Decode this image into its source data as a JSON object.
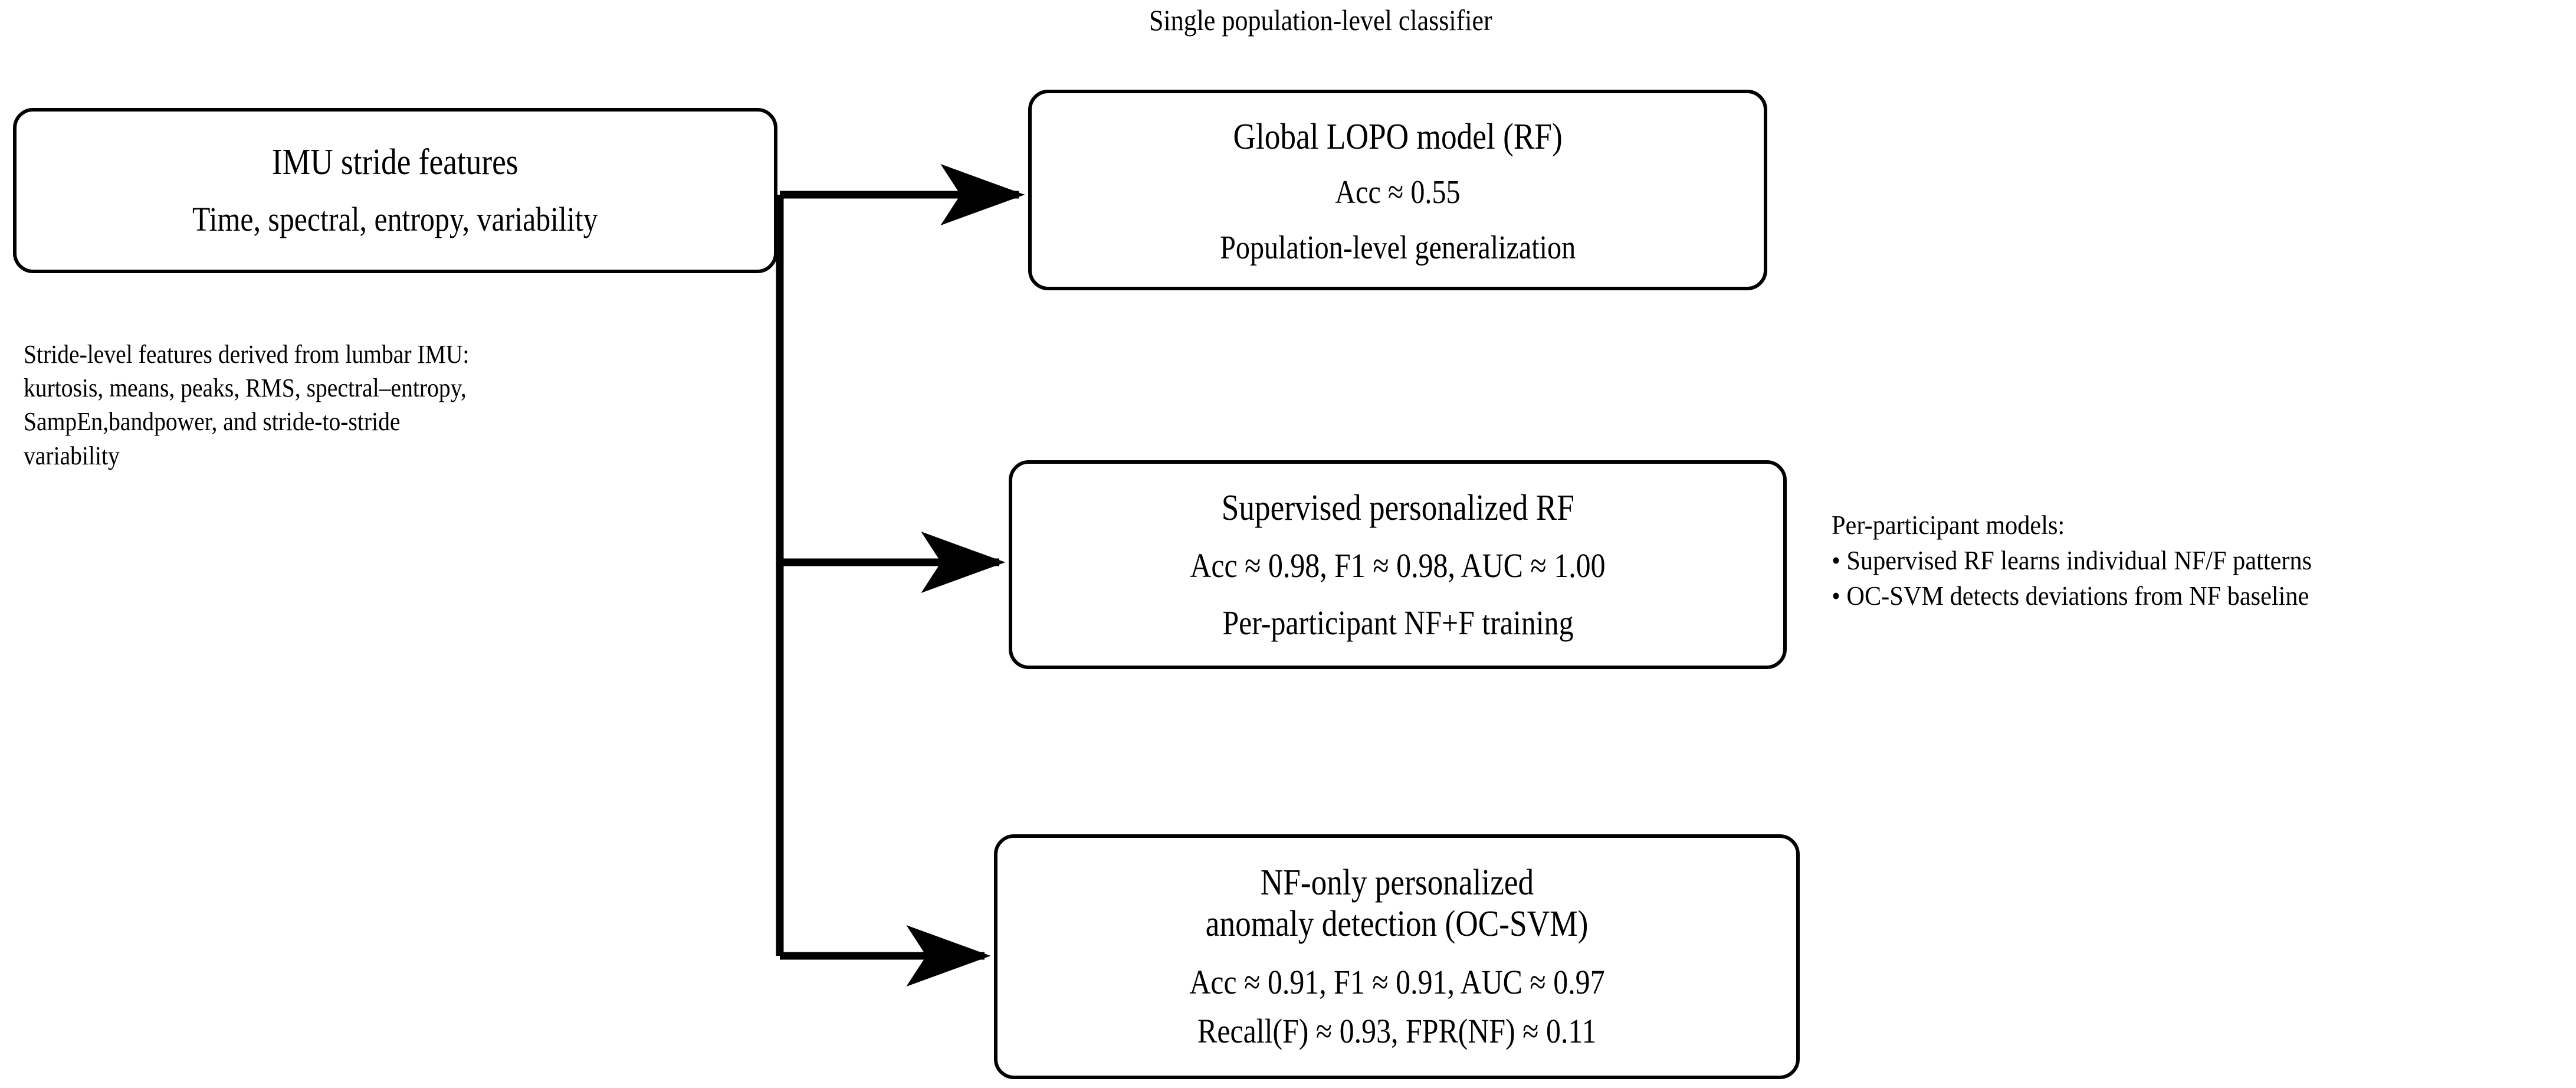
{
  "diagram": {
    "title": "Single population-level classifier",
    "input_node": {
      "heading": "IMU stride features",
      "subheading": "Time, spectral, entropy, variability"
    },
    "feature_note": "Stride-level features derived from lumbar IMU:\nkurtosis, means, peaks, RMS, spectral–entropy,\nSampEn,bandpower, and stride-to-stride\nvariability",
    "model_note": "Per-participant models:\n• Supervised RF learns individual NF/F patterns\n• OC-SVM detects deviations from NF baseline",
    "nodes": {
      "global_lopo": {
        "title": "Global LOPO model (RF)",
        "metrics": "Acc  ≈   0.55",
        "caption": "Population-level generalization"
      },
      "supervised_rf": {
        "title": "Supervised personalized RF",
        "metrics": "Acc ≈ 0.98, F1 ≈ 0.98, AUC ≈ 1.00",
        "caption": "Per-participant NF+F training"
      },
      "ocsvm": {
        "title_line1": "NF-only personalized",
        "title_line2": "anomaly detection (OC-SVM)",
        "metrics_line1": "Acc ≈ 0.91, F1 ≈ 0.91, AUC ≈ 0.97",
        "metrics_line2": "Recall(F) ≈ 0.93, FPR(NF) ≈ 0.11"
      }
    },
    "style": {
      "stroke": "#000000",
      "background": "#ffffff"
    }
  }
}
